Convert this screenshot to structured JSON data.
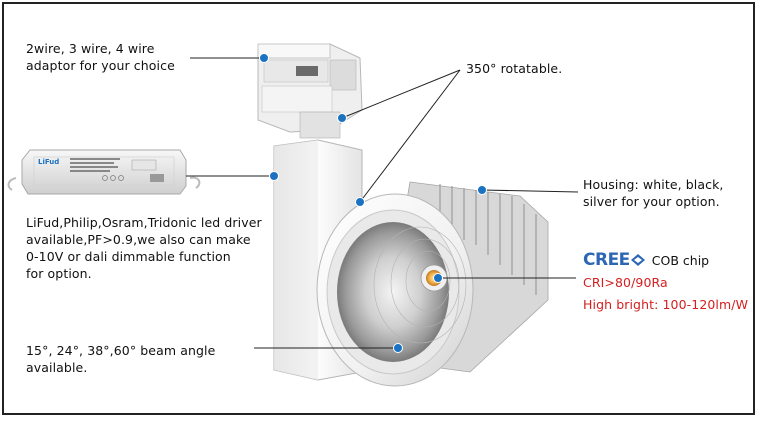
{
  "labels": {
    "adaptor_line1": "2wire, 3 wire, 4 wire",
    "adaptor_line2": "adaptor for your choice",
    "rotatable": "350° rotatable.",
    "driver_line1": "LiFud,Philip,Osram,Tridonic led driver",
    "driver_line2": "available,PF>0.9,we also can make",
    "driver_line3": "0-10V or dali dimmable function",
    "driver_line4": "for option.",
    "housing_line1": "Housing: white, black,",
    "housing_line2": "silver for your option.",
    "beam_line1": "15°, 24°, 38°,60° beam angle",
    "beam_line2": "available."
  },
  "cree": {
    "logo": "CREE",
    "chip": "COB chip",
    "cri": "CRI>80/90Ra",
    "bright": "High bright: 100-120lm/W"
  },
  "driver_label": {
    "brand": "LiFud"
  },
  "colors": {
    "frame": "#222222",
    "callout_dot": "#1b72c0",
    "cree_blue": "#2d66b3",
    "red_text": "#d42020"
  }
}
